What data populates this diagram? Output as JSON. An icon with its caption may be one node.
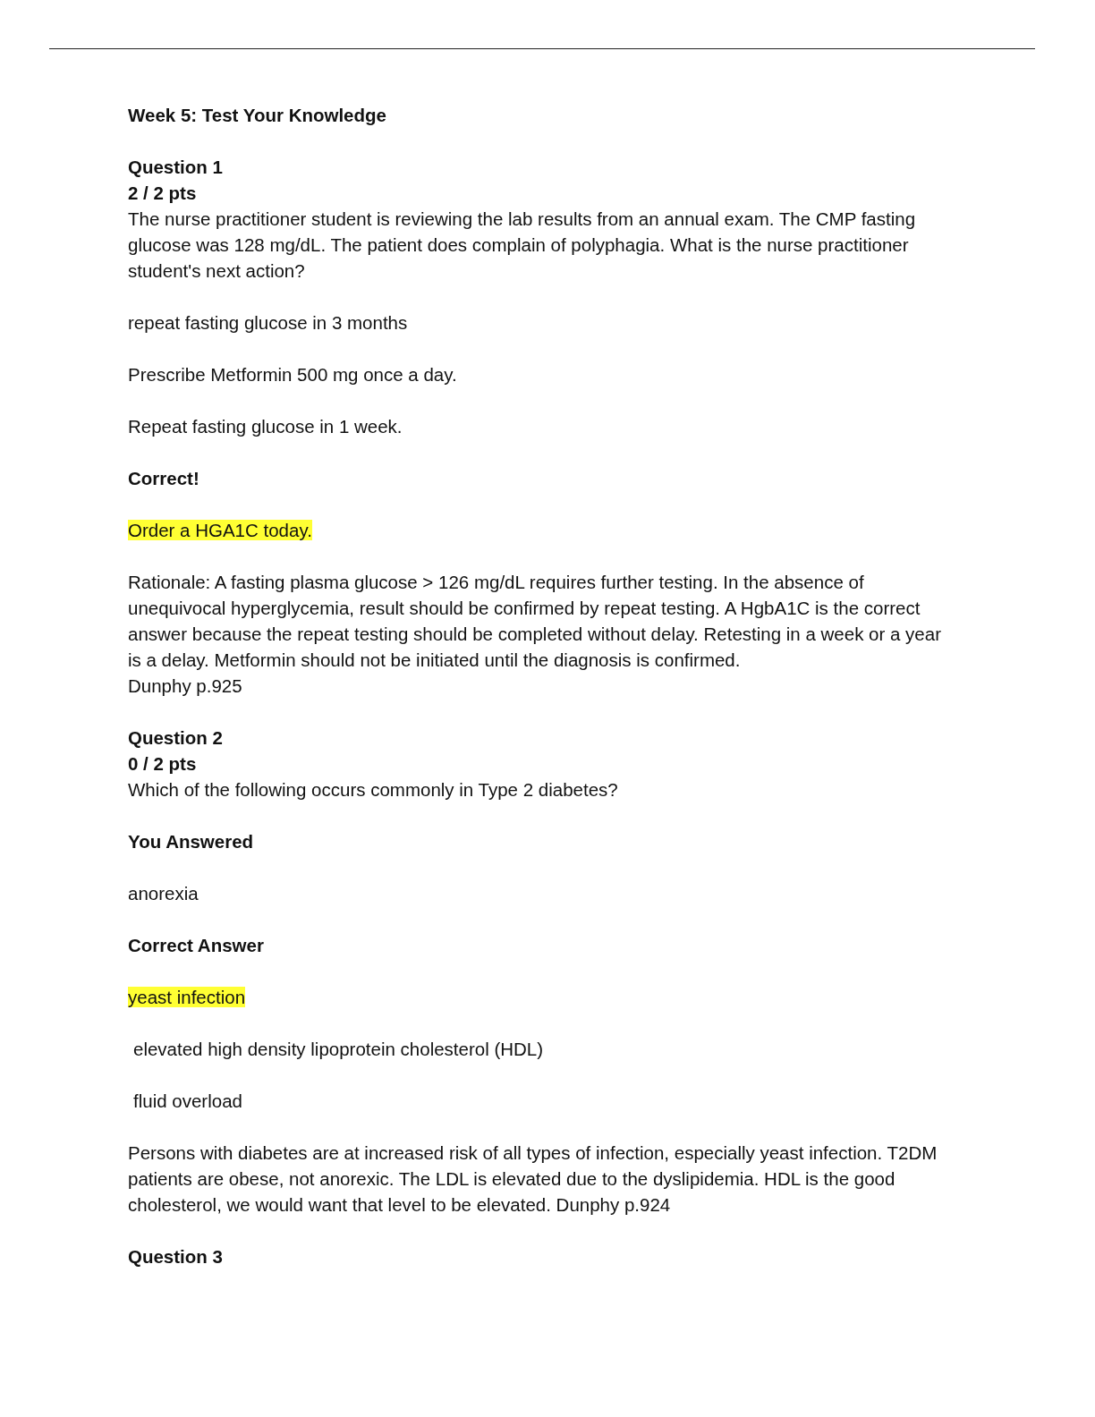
{
  "diagram": {
    "title": "Week 5: Test Your Knowledge",
    "labels": [
      "Question 1",
      "2 / 2 pts",
      "The nurse practitioner student is reviewing the lab results from an annual exam. The CMP fasting glucose was 128 mg/dL. The patient does complain of polyphagia. What is the nurse practitioner student's next action?",
      "repeat fasting glucose in 3 months",
      "Prescribe Metformin 500 mg once a day.",
      "Repeat fasting glucose in 1 week.",
      "Correct!",
      "Order a HGA1C today.",
      "Rationale: A fasting plasma glucose > 126 mg/dL requires further testing. In the absence of unequivocal hyperglycemia, result should be confirmed by repeat testing. A HgbA1C is the correct answer because the repeat testing should be completed without delay. Retesting in a week or a year is a delay. Metformin should not be initiated until the diagnosis is confirmed.",
      "Dunphy p.925",
      "Question 2",
      "0 / 2 pts",
      "Which of the following occurs commonly in Type 2 diabetes?",
      "You Answered",
      "anorexia",
      "Correct Answer",
      "yeast infection",
      "elevated high density lipoprotein cholesterol (HDL)",
      "fluid overload",
      "Persons with diabetes are at increased risk of all types of infection, especially yeast infection. T2DM patients are obese, not anorexic. The LDL is elevated due to the dyslipidemia. HDL is the good cholesterol, we would want that level to be elevated. Dunphy p.924",
      "Question 3"
    ]
  }
}
